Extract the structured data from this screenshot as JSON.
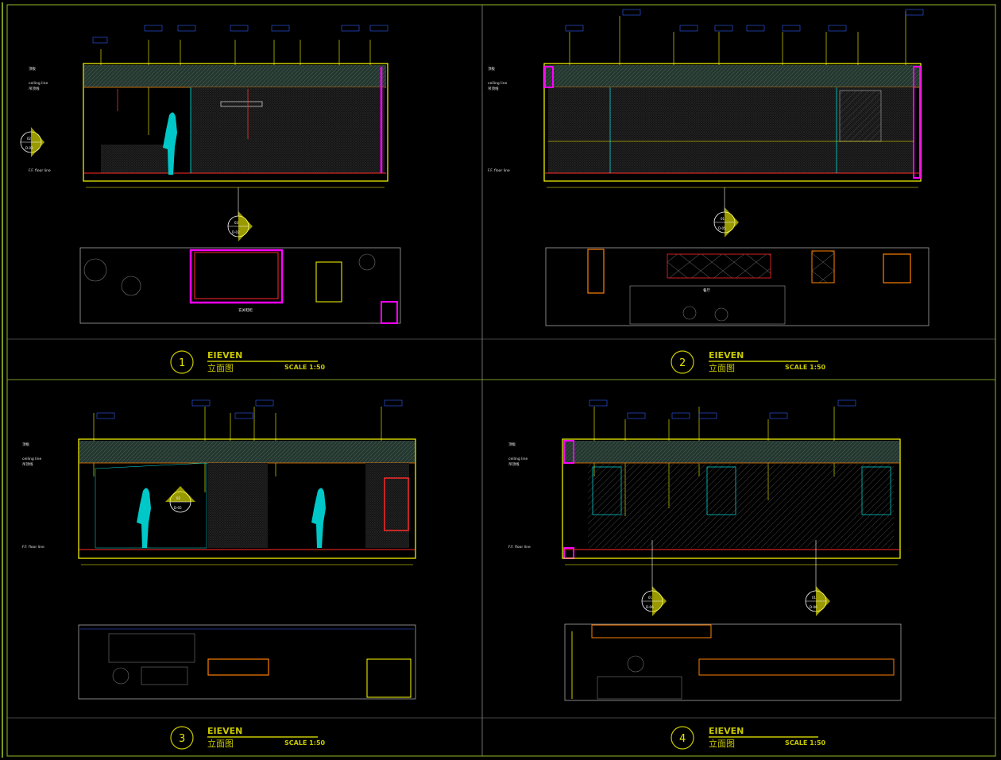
{
  "drawings": [
    {
      "number": "1",
      "title": "EIEVEN",
      "subtitle": "立面图",
      "scale": "SCALE 1:50",
      "symbols": [
        {
          "top": "02",
          "bottom": "D-02"
        },
        {
          "top": "03",
          "bottom": "D-02"
        }
      ],
      "plan_note": "玄关鞋柜",
      "levels": {
        "roof": "顶板",
        "ceiling_en": "ceiling line",
        "ceiling_cn": "吊顶线",
        "floor_en": "F.F. floor line"
      }
    },
    {
      "number": "2",
      "title": "EIEVEN",
      "subtitle": "立面图",
      "scale": "SCALE 1:50",
      "symbols": [
        {
          "top": "01",
          "bottom": "D-05"
        }
      ],
      "plan_note": "餐厅",
      "levels": {
        "roof": "顶板",
        "ceiling_en": "ceiling line",
        "ceiling_cn": "吊顶线",
        "floor_en": "F.F. floor line"
      }
    },
    {
      "number": "3",
      "title": "EIEVEN",
      "subtitle": "立面图",
      "scale": "SCALE 1:50",
      "symbols": [
        {
          "top": "02",
          "bottom": "D-05"
        }
      ],
      "plan_note": "",
      "levels": {
        "roof": "顶板",
        "ceiling_en": "ceiling line",
        "ceiling_cn": "吊顶线",
        "floor_en": "F.F. floor line"
      }
    },
    {
      "number": "4",
      "title": "EIEVEN",
      "subtitle": "立面图",
      "scale": "SCALE 1:50",
      "symbols": [
        {
          "top": "01",
          "bottom": "D-06"
        },
        {
          "top": "01",
          "bottom": "D-06"
        }
      ],
      "plan_note": "",
      "levels": {
        "roof": "顶板",
        "ceiling_en": "ceiling line",
        "ceiling_cn": "吊顶线",
        "floor_en": "F.F. floor line"
      }
    }
  ],
  "colors": {
    "border": "#7a9a22",
    "cyan": "#00e5e5",
    "yellow": "#ffff00",
    "red": "#ff2a2a",
    "magenta": "#ff00ff",
    "orange": "#ff8000",
    "text": "#e6e6e6"
  }
}
